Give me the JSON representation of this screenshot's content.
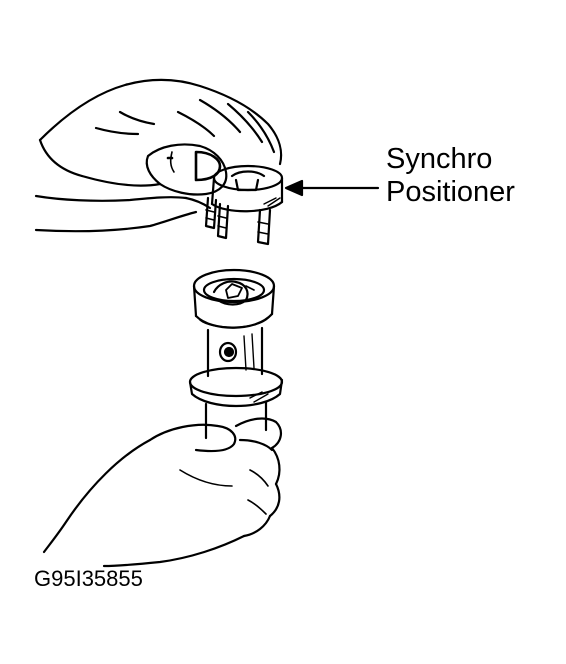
{
  "callout": {
    "line1": "Synchro",
    "line2": "Positioner"
  },
  "figure_id": "G95I35855",
  "colors": {
    "ink": "#000000",
    "paper": "#ffffff"
  },
  "icons": {
    "upper_hand": "hand-holding-part-icon",
    "synchro_positioner": "synchro-positioner-icon",
    "distributor_shaft": "distributor-housing-icon",
    "lower_hand": "hand-gripping-housing-icon",
    "arrow": "callout-arrow-icon"
  }
}
